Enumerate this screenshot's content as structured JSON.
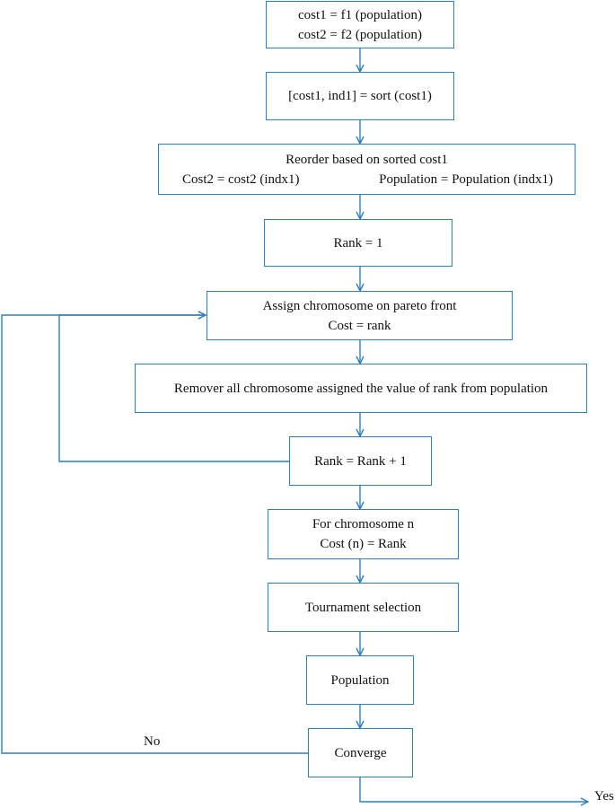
{
  "diagram": {
    "stroke_color": "#2f7fbf",
    "text_color": "#111111",
    "nodes": {
      "init_costs": {
        "line1": "cost1 = f1 (population)",
        "line2": "cost2 = f2 (population)"
      },
      "sort_cost": {
        "line1": "[cost1, ind1] = sort (cost1)"
      },
      "reorder": {
        "line1": "Reorder based on sorted cost1",
        "line2_left": "Cost2 = cost2 (indx1)",
        "line2_right": "Population = Population (indx1)"
      },
      "rank_init": {
        "line1": "Rank = 1"
      },
      "assign_front": {
        "line1": "Assign chromosome on pareto front",
        "line2": "Cost = rank"
      },
      "remove_assigned": {
        "line1": "Remover all chromosome assigned the value of rank from population"
      },
      "rank_increment": {
        "line1": "Rank = Rank + 1"
      },
      "chromosome_cost": {
        "line1": "For chromosome n",
        "line2": "Cost (n) = Rank"
      },
      "tournament": {
        "line1": "Tournament selection"
      },
      "population": {
        "line1": "Population"
      },
      "converge": {
        "line1": "Converge"
      }
    },
    "labels": {
      "no": "No",
      "yes": "Yes"
    }
  }
}
